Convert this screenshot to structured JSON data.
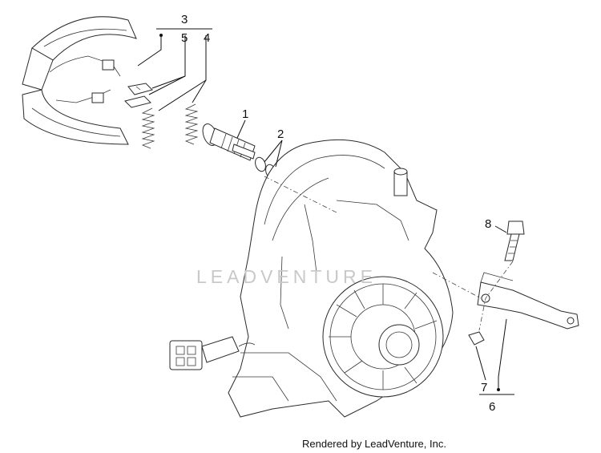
{
  "diagram": {
    "callouts": {
      "c1": "1",
      "c2": "2",
      "c3": "3",
      "c4": "4",
      "c5": "5",
      "c6": "6",
      "c7": "7",
      "c8": "8"
    },
    "watermark": "LEADVENTURE",
    "footer": "Rendered by LeadVenture, Inc."
  }
}
